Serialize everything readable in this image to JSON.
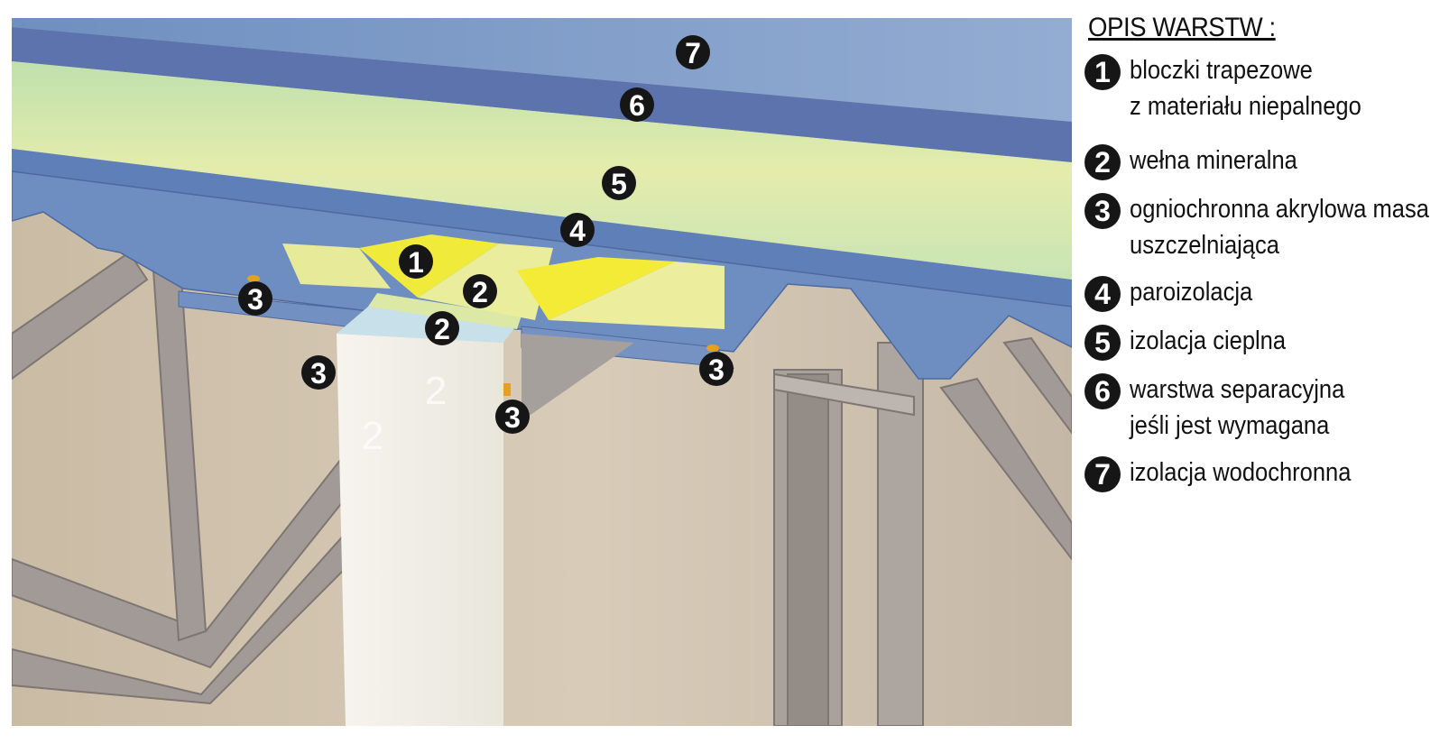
{
  "legend": {
    "title": "OPIS WARSTW :",
    "items": [
      {
        "number": "1",
        "lines": [
          "bloczki trapezowe",
          "z materiału niepalnego"
        ]
      },
      {
        "number": "2",
        "lines": [
          "wełna mineralna"
        ]
      },
      {
        "number": "3",
        "lines": [
          "ogniochronna akrylowa masa",
          "uszczelniająca"
        ]
      },
      {
        "number": "4",
        "lines": [
          "paroizolacja"
        ]
      },
      {
        "number": "5",
        "lines": [
          "izolacja cieplna"
        ]
      },
      {
        "number": "6",
        "lines": [
          "warstwa separacyjna",
          "jeśli jest wymagana"
        ]
      },
      {
        "number": "7",
        "lines": [
          "izolacja wodochronna"
        ]
      }
    ]
  },
  "diagram": {
    "markers": [
      "7",
      "6",
      "5",
      "4",
      "1",
      "2",
      "2",
      "3",
      "3",
      "3",
      "3"
    ],
    "wall_text": [
      "2",
      "2"
    ]
  },
  "colors": {
    "waterproofing": "#7f9ec6",
    "separation": "#5d74ad",
    "thermal": "#cfe8b6",
    "deck": "#6f8fc0",
    "blocks": "#f2ee7a",
    "wool": "#e8ef9a",
    "sealant": "#e2a21c",
    "wall": "#c9bba5",
    "fire_wall": "#f1efe8",
    "steel": "#9d9592",
    "marker": "#161616"
  }
}
